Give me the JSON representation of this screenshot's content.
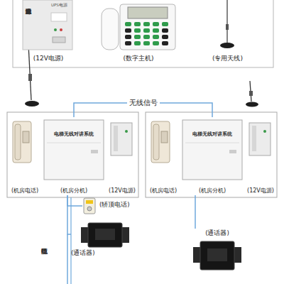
{
  "diagram": {
    "nodes": [
      {
        "text": [
          "UPS电源",
          "无线对讲专用电源",
          "(12V电源)"
        ]
      },
      {
        "text": [
          "(数字主机)"
        ]
      },
      {
        "text": [
          "(专用天线)"
        ]
      },
      {
        "text": [
          "(机房电话)"
        ]
      },
      {
        "text": [
          "电梯无线对讲系统",
          "(机房分机)"
        ]
      },
      {
        "text": [
          "(12V电源)"
        ]
      },
      {
        "text": [
          "(机房电话)"
        ]
      },
      {
        "text": [
          "电梯无线对讲系统",
          "(机房分机)"
        ]
      },
      {
        "text": [
          "(12V电源)"
        ]
      },
      {
        "text": [
          "(轿顶电话)"
        ]
      },
      {
        "text": [
          "(通话器)"
        ]
      },
      {
        "text": [
          "(通话器)"
        ]
      }
    ],
    "edges": [
      {
        "from": 4,
        "to": 7,
        "label": "无线信号",
        "arrow": "none"
      },
      {
        "from": 4,
        "to": 9,
        "arrow": "none"
      },
      {
        "from": 4,
        "to": 10,
        "arrow": "none"
      },
      {
        "from": 7,
        "to": 11,
        "arrow": "none"
      }
    ],
    "labels": [
      "随行电缆"
    ]
  }
}
